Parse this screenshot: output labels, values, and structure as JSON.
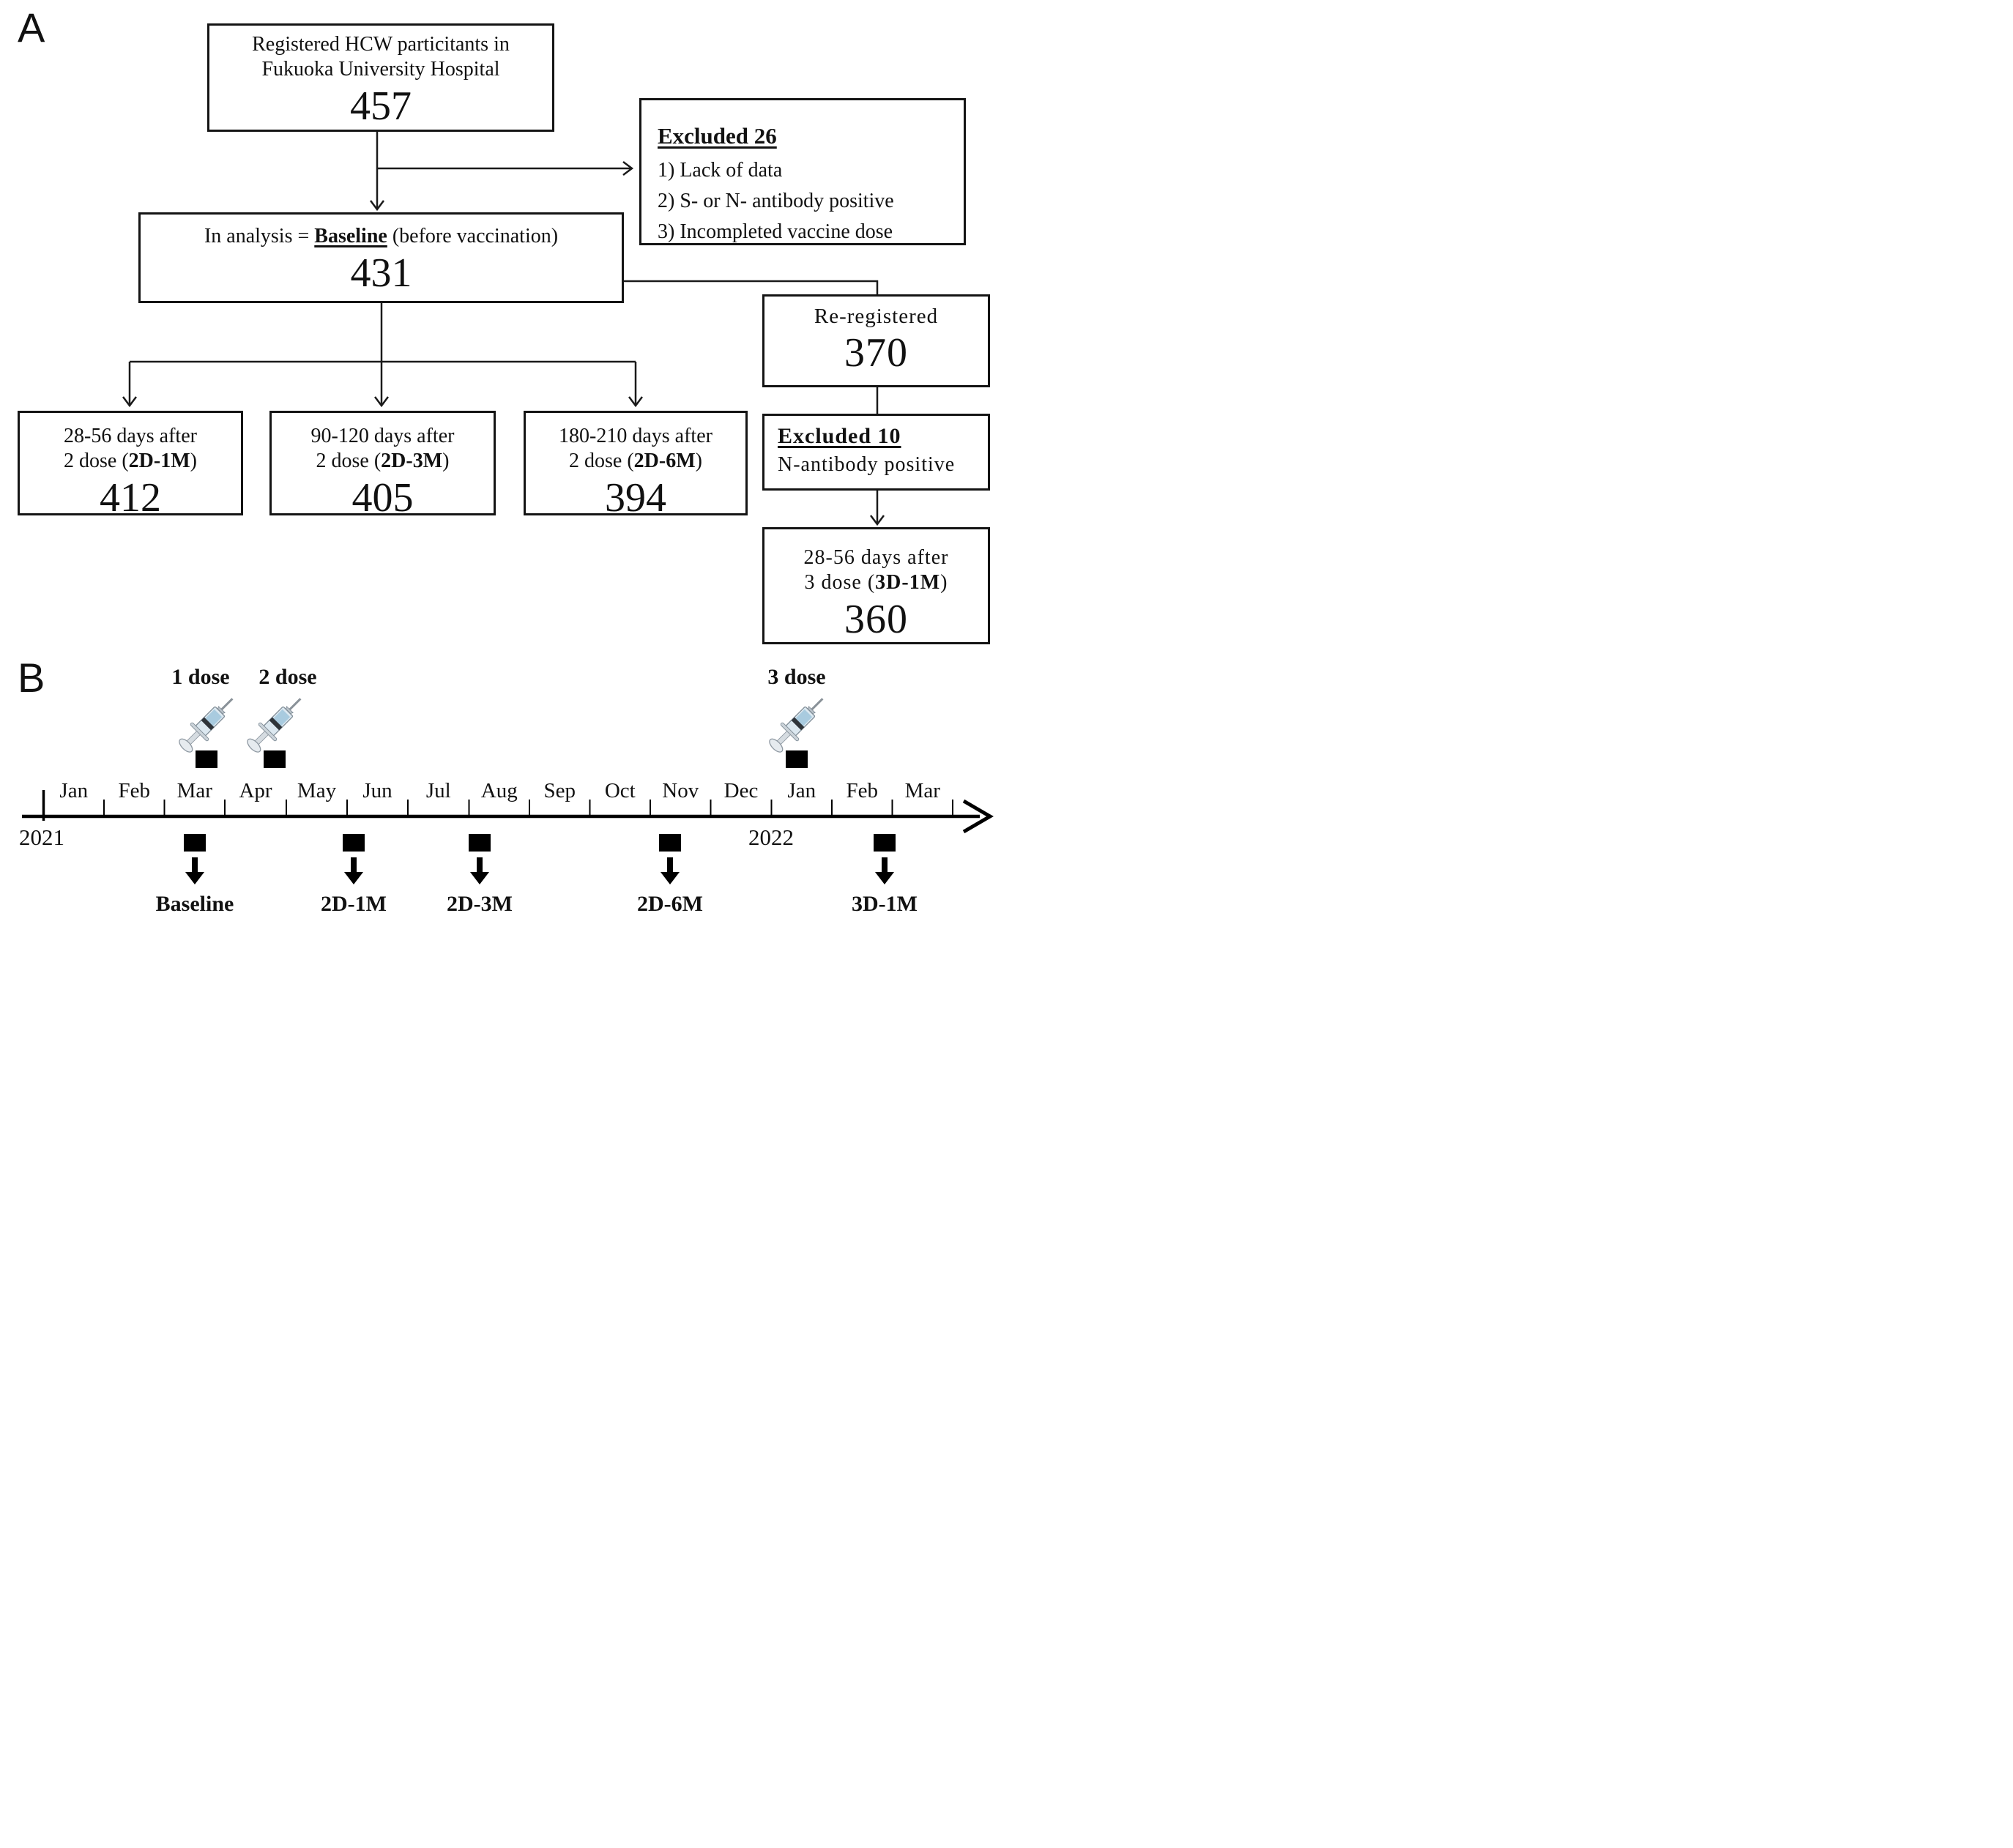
{
  "figure": {
    "ink_color": "#141414",
    "syringe_liquid_color": "#a9cbdf"
  },
  "panel_a": {
    "label": "A",
    "registered_box": {
      "line1": "Registered HCW particitants in",
      "line2": "Fukuoka University Hospital",
      "value": "457"
    },
    "excluded26_box": {
      "title": "Excluded 26",
      "item1": "1) Lack of data",
      "item2": "2) S- or N- antibody positive",
      "item3": "3) Incompleted vaccine dose"
    },
    "analysis_box": {
      "pre": "In analysis = ",
      "emph": "Baseline",
      "post": " (before vaccination)",
      "value": "431"
    },
    "box_2d1m": {
      "line1": "28-56 days after",
      "pre": "2 dose (",
      "code": "2D-1M",
      "post": ")",
      "value": "412"
    },
    "box_2d3m": {
      "line1": "90-120 days after",
      "pre": "2 dose (",
      "code": "2D-3M",
      "post": ")",
      "value": "405"
    },
    "box_2d6m": {
      "line1": "180-210 days after",
      "pre": "2 dose (",
      "code": "2D-6M",
      "post": ")",
      "value": "394"
    },
    "reregistered_box": {
      "line1": "Re-registered",
      "value": "370"
    },
    "excluded10_box": {
      "title": "Excluded 10",
      "item1": "N-antibody positive"
    },
    "box_3d1m": {
      "line1": "28-56 days after",
      "pre": "3 dose (",
      "code": "3D-1M",
      "post": ")",
      "value": "360"
    }
  },
  "panel_b": {
    "label": "B",
    "doses": [
      {
        "label": "1 dose"
      },
      {
        "label": "2 dose"
      },
      {
        "label": "3 dose"
      }
    ],
    "years": {
      "start": "2021",
      "next": "2022"
    },
    "months": [
      "Jan",
      "Feb",
      "Mar",
      "Apr",
      "May",
      "Jun",
      "Jul",
      "Aug",
      "Sep",
      "Oct",
      "Nov",
      "Dec",
      "Jan",
      "Feb",
      "Mar"
    ],
    "markers": [
      {
        "label": "Baseline"
      },
      {
        "label": "2D-1M"
      },
      {
        "label": "2D-3M"
      },
      {
        "label": "2D-6M"
      },
      {
        "label": "3D-1M"
      }
    ]
  }
}
